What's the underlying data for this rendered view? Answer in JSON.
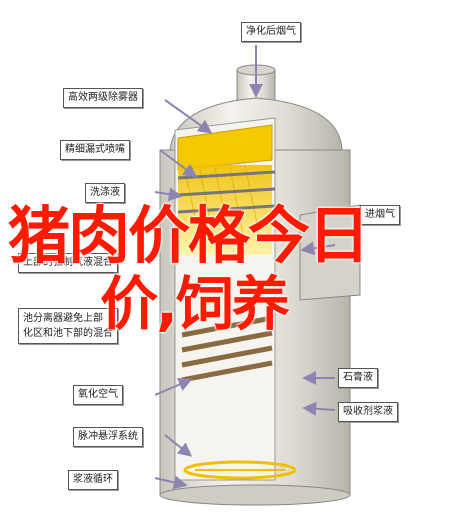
{
  "labels": {
    "purified_gas": "净化后烟气",
    "demister": "高效两级除雾器",
    "nozzle": "精细漏式喷嘴",
    "wash_liquid": "洗涤液",
    "flue_gas_in": "进烟气",
    "gas_liquid_mix": "上部的强制气液混合",
    "sep_line1": "池分离器避免上部",
    "sep_line2": "化区和池下部的混合",
    "gypsum": "石膏液",
    "oxidation_air": "氧化空气",
    "absorbent": "吸收剂浆液",
    "pulse_system": "脉冲悬浮系统",
    "slurry_loop": "浆液循环"
  },
  "overlay": {
    "line1": "猪肉价格今日",
    "line2": "价,饲养"
  },
  "colors": {
    "overlay_text": "#ff1a00",
    "packing_yellow": "#f5c800",
    "tower_body": "#e8e6df",
    "arrow": "#8e84b2"
  }
}
